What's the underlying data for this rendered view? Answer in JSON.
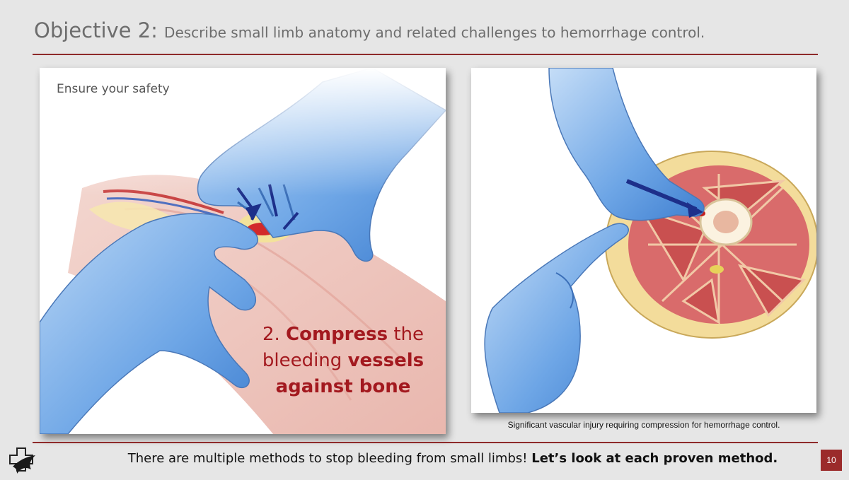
{
  "header": {
    "objective": "Objective 2:",
    "description": "Describe small limb anatomy and related challenges to hemorrhage control."
  },
  "left_panel": {
    "label": "Ensure your safety",
    "step_number": "2.",
    "step_bold_1": "Compress",
    "step_plain_1": "the",
    "step_plain_2": "bleeding",
    "step_bold_2": "vessels",
    "step_bold_3": "against bone"
  },
  "right_panel": {
    "caption": "Significant vascular injury requiring compression for hemorrhage control."
  },
  "footer": {
    "text_plain": "There are multiple methods to stop bleeding from small limbs!",
    "text_bold": "Let’s look at each proven method."
  },
  "page_number": "10",
  "colors": {
    "accent": "#8e2a2a",
    "glove": "#5f9be0",
    "step_text": "#a3191f"
  }
}
